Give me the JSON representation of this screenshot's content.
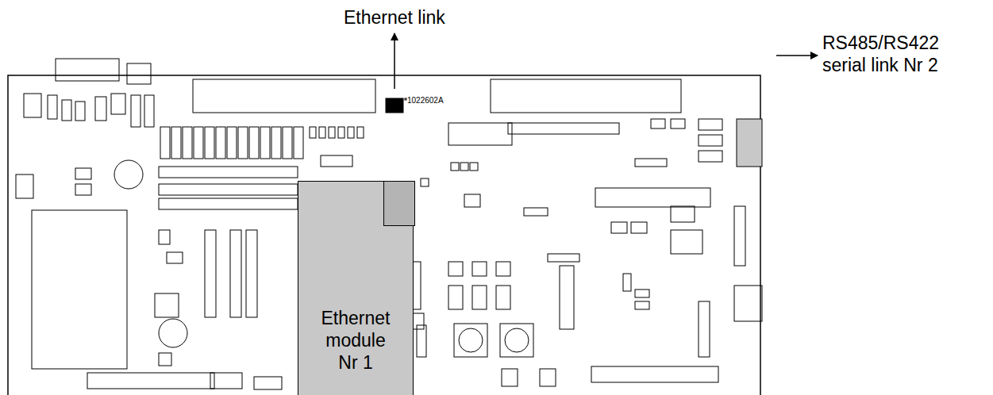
{
  "diagram": {
    "nodes": [
      {
        "text": [
          "Ethernet module Nr 1"
        ]
      }
    ],
    "labels": [
      "Ethernet link",
      "RS485/RS422 serial link Nr 2",
      "1022602A"
    ]
  }
}
